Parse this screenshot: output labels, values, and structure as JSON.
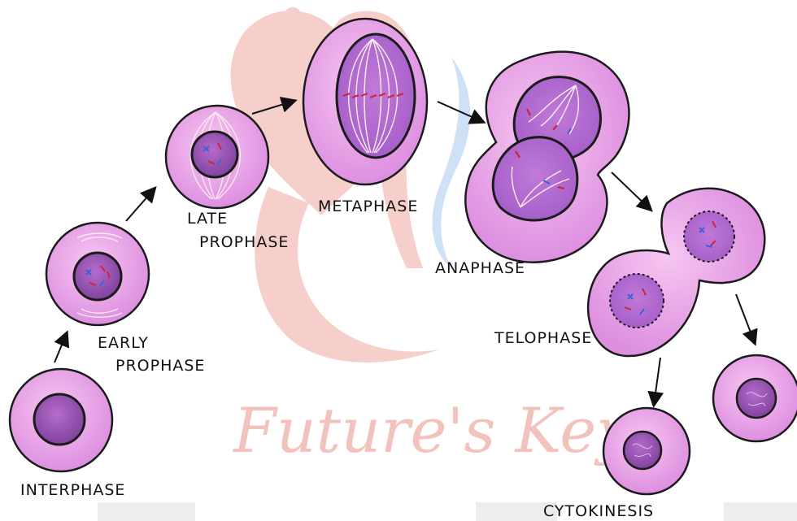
{
  "watermark": {
    "text": "Future's Key"
  },
  "stages": {
    "interphase": "INTERPHASE",
    "early_prophase": [
      "EARLY",
      "PROPHASE"
    ],
    "late_prophase": [
      "LATE",
      "PROPHASE"
    ],
    "metaphase": "METAPHASE",
    "anaphase": "ANAPHASE",
    "telophase": "TELOPHASE",
    "cytokinesis": "CYTOKINESIS"
  },
  "colors": {
    "cytoplasm": "#e9a8e6",
    "nucleus": "#9a55b8",
    "outline": "#1b1b1b",
    "chromosome_red": "#d0243a",
    "chromosome_blue": "#4062d8",
    "spindle": "#fbeef0",
    "watermark": "#f1bdb6"
  }
}
